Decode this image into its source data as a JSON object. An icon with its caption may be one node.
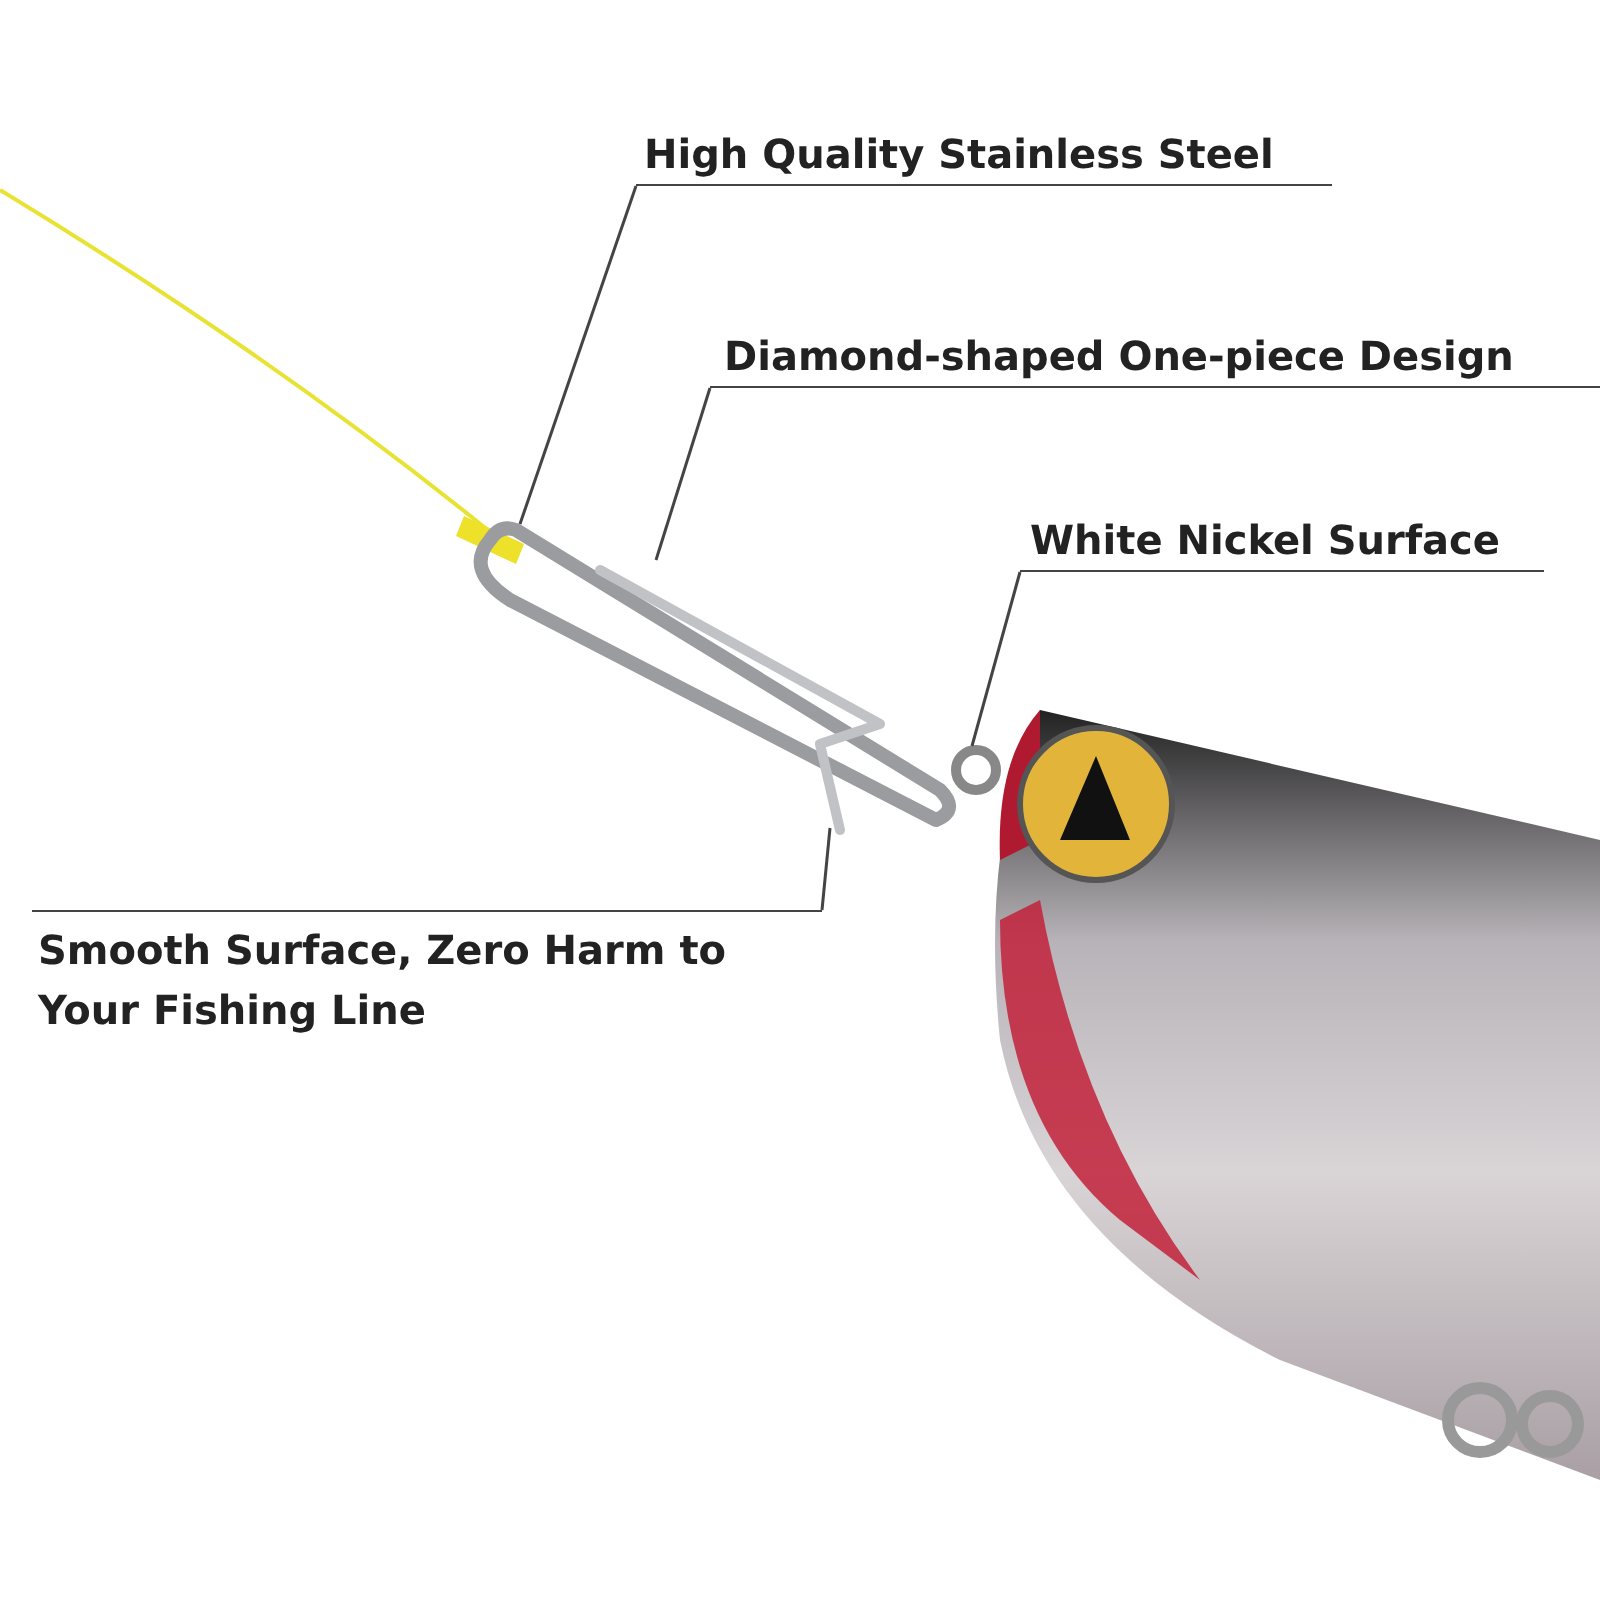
{
  "diagram": {
    "nodes": [
      {
        "text": [
          "High Quality Stainless Steel"
        ]
      },
      {
        "text": [
          "Diamond-shaped One-piece Design"
        ]
      },
      {
        "text": [
          "White Nickel Surface"
        ]
      },
      {
        "text": [
          "Smooth Surface, Zero Harm to Your Fishing Line"
        ]
      },
      {
        "text": [],
        "shape": "picture"
      },
      {
        "text": [],
        "shape": "circle"
      }
    ],
    "edges": [
      {
        "from": 0,
        "to": 4,
        "arrow": "none"
      },
      {
        "from": 1,
        "to": 4,
        "arrow": "none"
      },
      {
        "from": 2,
        "to": 5,
        "arrow": "none"
      },
      {
        "from": 3,
        "to": 4,
        "arrow": "none"
      }
    ]
  }
}
